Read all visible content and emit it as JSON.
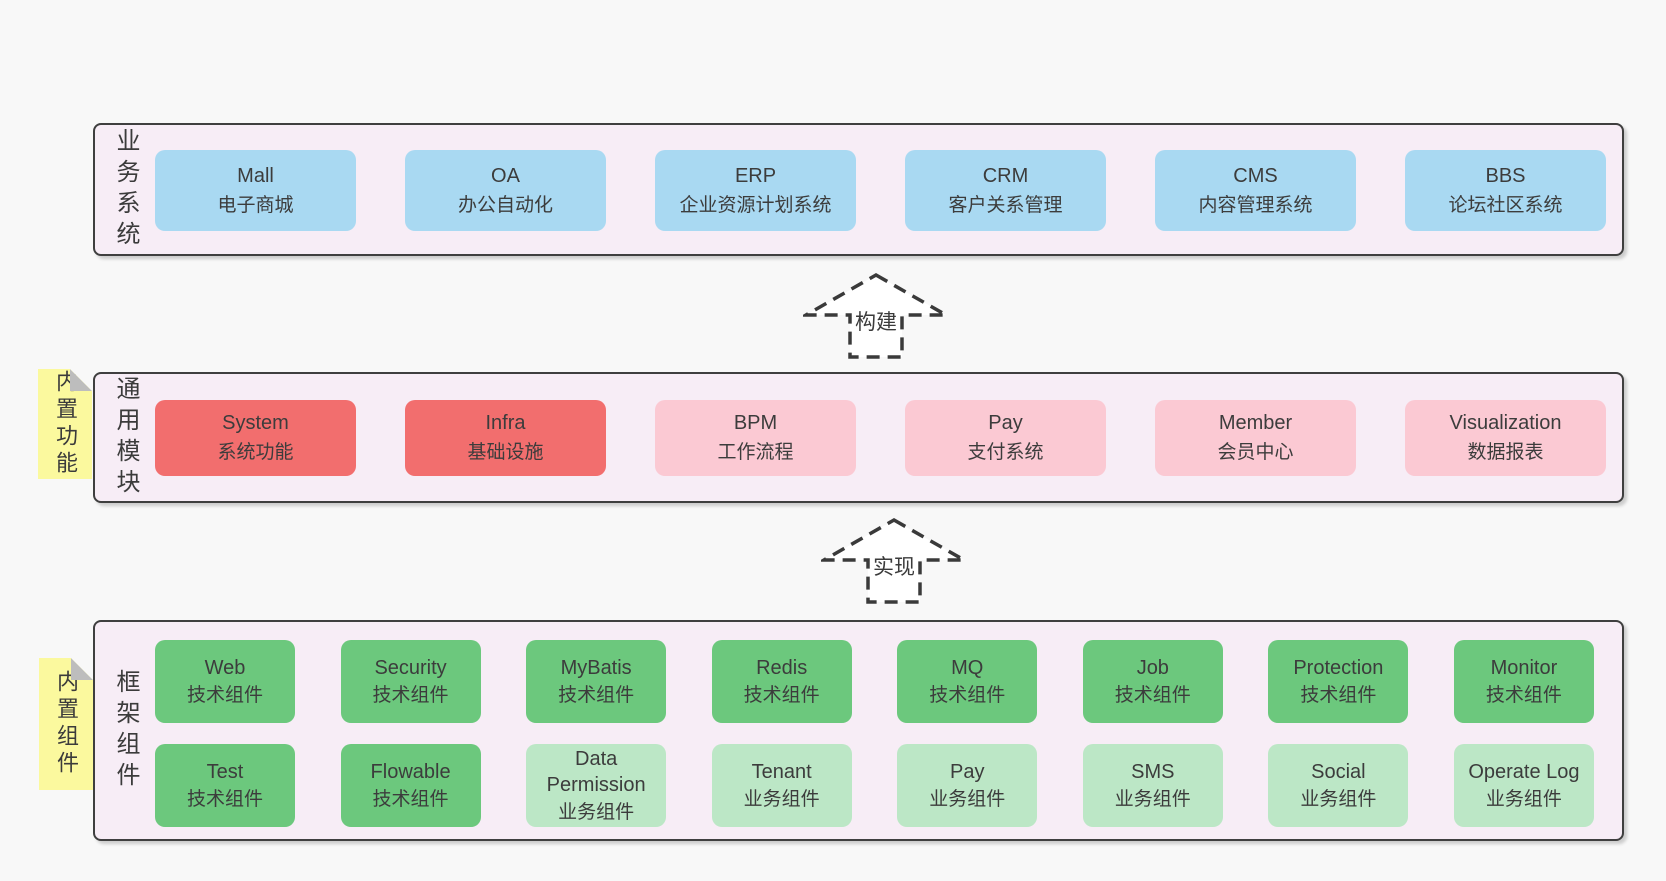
{
  "colors": {
    "page_bg": "#f8f8f8",
    "band_bg": "#f7edf6",
    "band_border": "#3f3f3f",
    "blue_box": "#a9d9f2",
    "red_box": "#f26e6e",
    "pink_box": "#fbc9d3",
    "green_box": "#6cc87d",
    "light_green_box": "#bce7c6",
    "note_yellow": "#fbf99e",
    "text": "#3c3c3c"
  },
  "arrows": [
    {
      "label": "构建"
    },
    {
      "label": "实现"
    }
  ],
  "bands": [
    {
      "label": "业务系统",
      "boxes": [
        {
          "name": "Mall",
          "desc": "电子商城"
        },
        {
          "name": "OA",
          "desc": "办公自动化"
        },
        {
          "name": "ERP",
          "desc": "企业资源计划系统"
        },
        {
          "name": "CRM",
          "desc": "客户关系管理"
        },
        {
          "name": "CMS",
          "desc": "内容管理系统"
        },
        {
          "name": "BBS",
          "desc": "论坛社区系统"
        }
      ]
    },
    {
      "label": "通用模块",
      "note": "内置功能",
      "boxes": [
        {
          "name": "System",
          "desc": "系统功能"
        },
        {
          "name": "Infra",
          "desc": "基础设施"
        },
        {
          "name": "BPM",
          "desc": "工作流程"
        },
        {
          "name": "Pay",
          "desc": "支付系统"
        },
        {
          "name": "Member",
          "desc": "会员中心"
        },
        {
          "name": "Visualization",
          "desc": "数据报表"
        }
      ]
    },
    {
      "label": "框架组件",
      "note": "内置组件",
      "rows": [
        [
          {
            "name": "Web",
            "desc": "技术组件"
          },
          {
            "name": "Security",
            "desc": "技术组件"
          },
          {
            "name": "MyBatis",
            "desc": "技术组件"
          },
          {
            "name": "Redis",
            "desc": "技术组件"
          },
          {
            "name": "MQ",
            "desc": "技术组件"
          },
          {
            "name": "Job",
            "desc": "技术组件"
          },
          {
            "name": "Protection",
            "desc": "技术组件"
          },
          {
            "name": "Monitor",
            "desc": "技术组件"
          }
        ],
        [
          {
            "name": "Test",
            "desc": "技术组件"
          },
          {
            "name": "Flowable",
            "desc": "技术组件"
          },
          {
            "name": "Data Permission",
            "desc": "业务组件"
          },
          {
            "name": "Tenant",
            "desc": "业务组件"
          },
          {
            "name": "Pay",
            "desc": "业务组件"
          },
          {
            "name": "SMS",
            "desc": "业务组件"
          },
          {
            "name": "Social",
            "desc": "业务组件"
          },
          {
            "name": "Operate Log",
            "desc": "业务组件"
          }
        ]
      ]
    }
  ]
}
